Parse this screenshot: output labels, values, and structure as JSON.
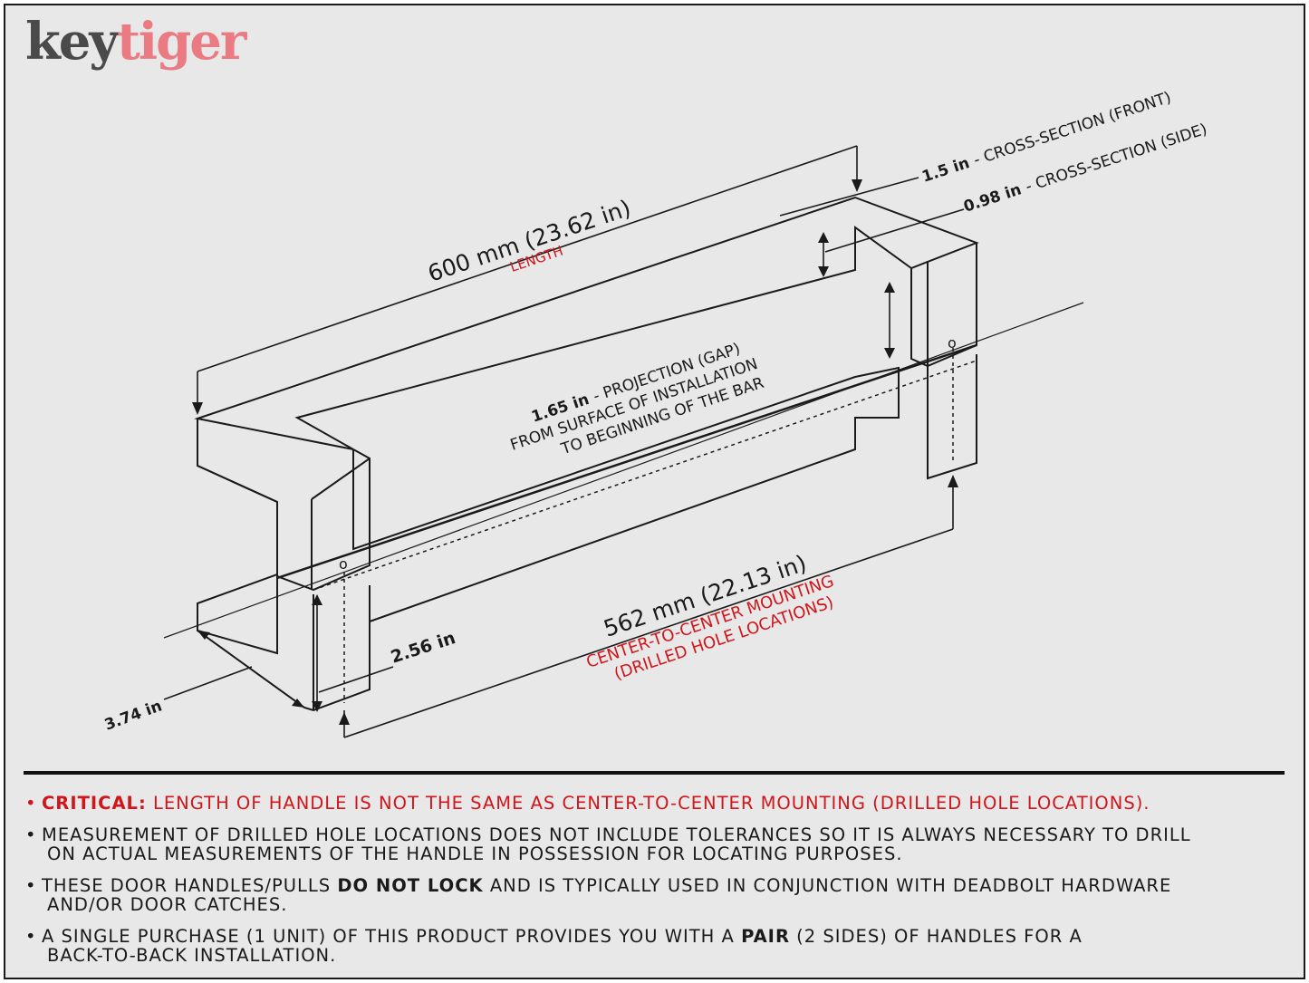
{
  "brand": {
    "part1": "key",
    "part2": "tiger"
  },
  "labels": {
    "length_value": "600 mm (23.62 in)",
    "length_caption": "LENGTH",
    "front_value": "1.5 in",
    "front_caption": "- CROSS-SECTION (FRONT)",
    "side_value": "0.98 in",
    "side_caption": "- CROSS-SECTION (SIDE)",
    "projection_value": "1.65 in",
    "projection_caption": "- PROJECTION (GAP)",
    "projection_line2": "FROM SURFACE OF INSTALLATION",
    "projection_line3": "TO BEGINNING OF THE BAR",
    "c2c_value": "562 mm (22.13 in)",
    "c2c_caption1": "CENTER-TO-CENTER MOUNTING",
    "c2c_caption2": "(DRILLED HOLE LOCATIONS)",
    "post_height": "2.56 in",
    "foot_depth": "3.74 in",
    "hole_mark": "o"
  },
  "notes": [
    {
      "label": "CRITICAL:",
      "text": "LENGTH OF HANDLE IS NOT THE SAME AS CENTER-TO-CENTER MOUNTING (DRILLED HOLE LOCATIONS)."
    },
    {
      "line1": "MEASUREMENT OF DRILLED HOLE LOCATIONS DOES NOT INCLUDE TOLERANCES SO IT IS ALWAYS NECESSARY TO DRILL",
      "line2": "ON ACTUAL MEASUREMENTS OF THE HANDLE IN POSSESSION FOR LOCATING PURPOSES."
    },
    {
      "pre": "THESE DOOR HANDLES/PULLS",
      "strong": "DO NOT LOCK",
      "post": "AND IS TYPICALLY USED IN CONJUNCTION WITH DEADBOLT HARDWARE",
      "line2": "AND/OR DOOR CATCHES."
    },
    {
      "pre": "A SINGLE PURCHASE (1 UNIT) OF THIS PRODUCT PROVIDES YOU WITH A",
      "strong": "PAIR",
      "post": "(2 SIDES) OF HANDLES FOR A",
      "line2": "BACK-TO-BACK INSTALLATION."
    }
  ],
  "colors": {
    "accent_red": "#d0161b",
    "logo_pink": "#ea7b83",
    "background": "#e8e8e8",
    "ink": "#1a1a1a"
  }
}
